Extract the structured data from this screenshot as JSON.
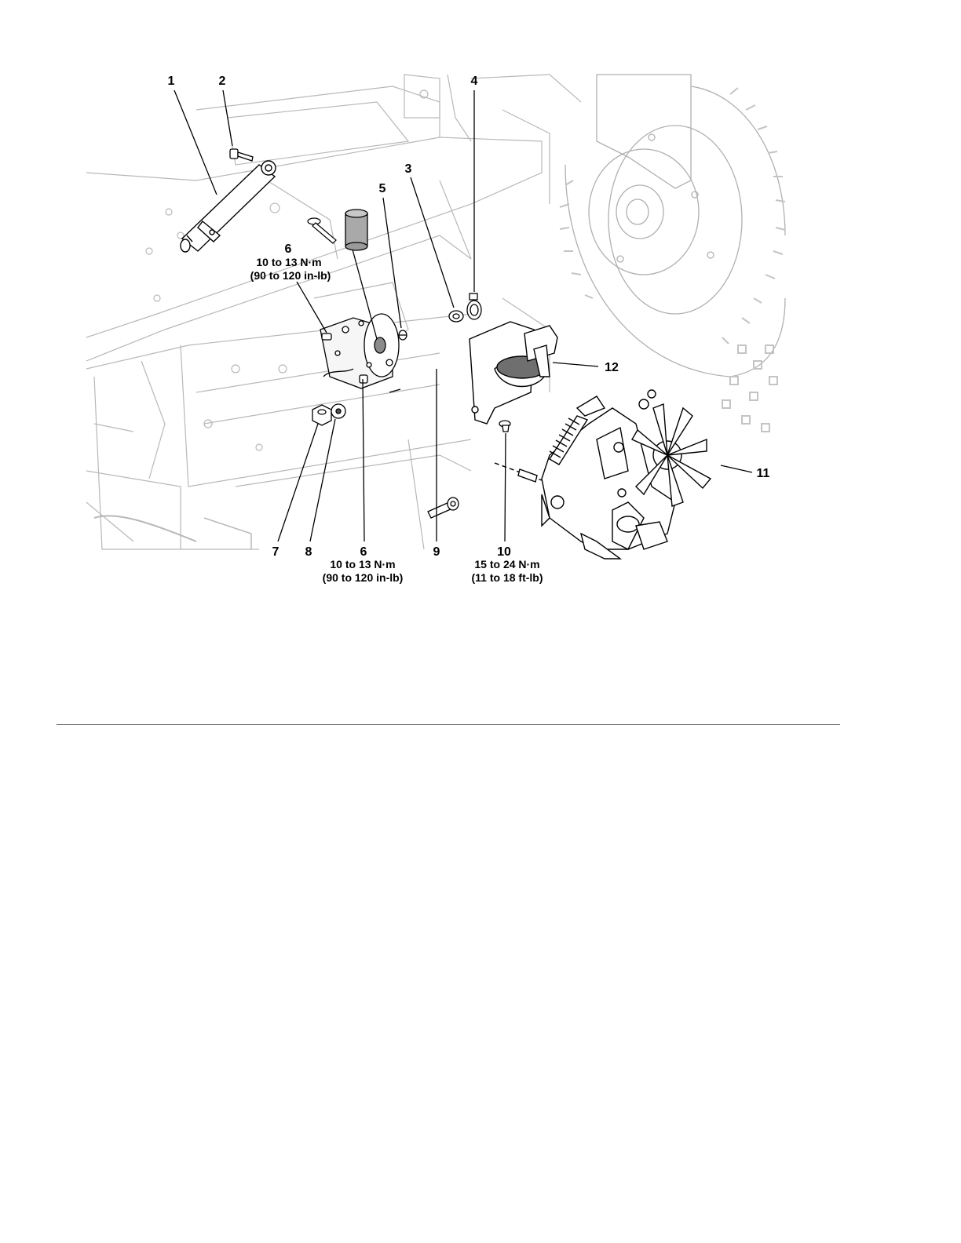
{
  "figure": {
    "callouts": [
      {
        "id": "1",
        "label": "1"
      },
      {
        "id": "2",
        "label": "2"
      },
      {
        "id": "3",
        "label": "3"
      },
      {
        "id": "4",
        "label": "4"
      },
      {
        "id": "5",
        "label": "5"
      },
      {
        "id": "6a",
        "label": "6",
        "torque_line1": "10 to 13 N·m",
        "torque_line2": "(90 to 120 in-lb)"
      },
      {
        "id": "6b",
        "label": "6",
        "torque_line1": "10 to 13 N·m",
        "torque_line2": "(90 to 120 in-lb)"
      },
      {
        "id": "7",
        "label": "7"
      },
      {
        "id": "8",
        "label": "8"
      },
      {
        "id": "9",
        "label": "9"
      },
      {
        "id": "10",
        "label": "10",
        "torque_line1": "15 to 24 N·m",
        "torque_line2": "(11 to 18 ft-lb)"
      },
      {
        "id": "11",
        "label": "11"
      },
      {
        "id": "12",
        "label": "12"
      }
    ]
  }
}
